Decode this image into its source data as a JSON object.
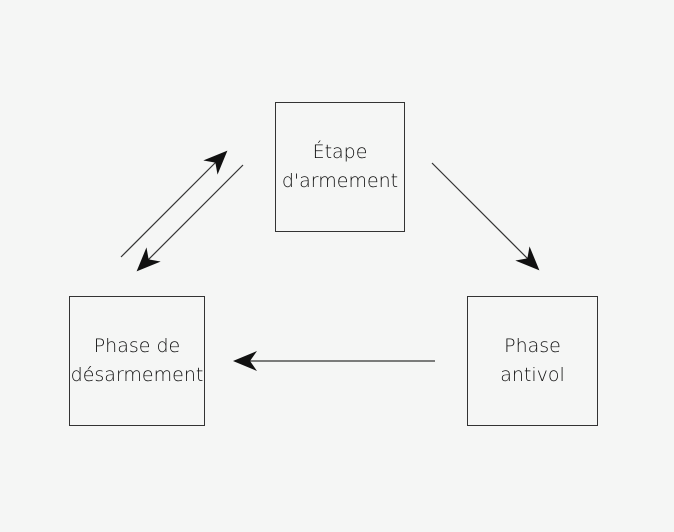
{
  "nodes": {
    "arming": {
      "label": "Étape\nd'armement"
    },
    "disarm": {
      "label": "Phase de\ndésarmement"
    },
    "antitheft": {
      "label": "Phase\nantivol"
    }
  },
  "edges": [
    {
      "from": "disarm",
      "to": "arming"
    },
    {
      "from": "arming",
      "to": "disarm"
    },
    {
      "from": "arming",
      "to": "antitheft"
    },
    {
      "from": "antitheft",
      "to": "disarm"
    }
  ],
  "colors": {
    "background": "#f5f6f5",
    "stroke": "#333333",
    "arrowhead": "#111111"
  }
}
